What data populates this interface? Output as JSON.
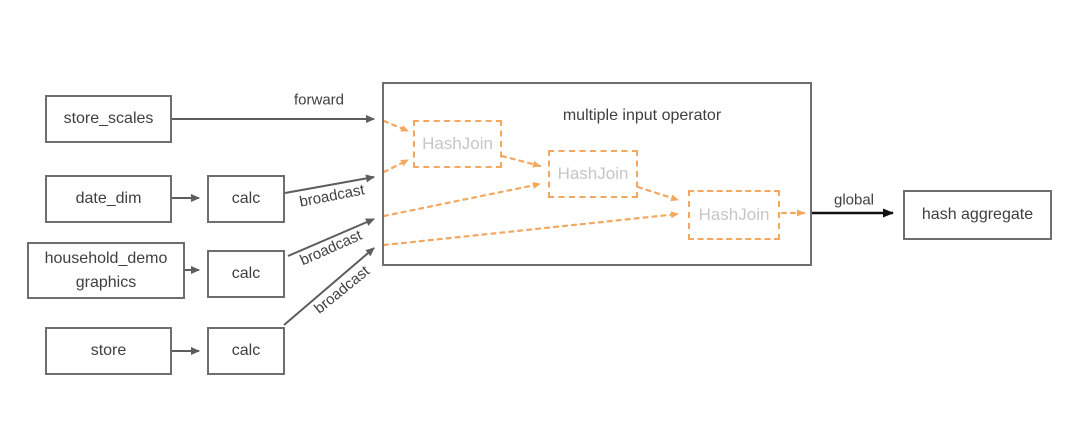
{
  "diagram": {
    "container_title": "multiple input operator",
    "nodes": {
      "store_scales": "store_scales",
      "date_dim": "date_dim",
      "household_demographics": {
        "line1": "household_demo",
        "line2": "graphics"
      },
      "store": "store",
      "calc": [
        "calc",
        "calc",
        "calc"
      ],
      "hashjoin": [
        "HashJoin",
        "HashJoin",
        "HashJoin"
      ],
      "hash_aggregate": "hash aggregate"
    },
    "edge_labels": {
      "forward": "forward",
      "broadcast": [
        "broadcast",
        "broadcast",
        "broadcast"
      ],
      "global": "global"
    },
    "colors": {
      "node_border": "#6e6e6e",
      "edge_gray": "#5d5d5d",
      "edge_black": "#111111",
      "orange": "#f4a75e",
      "hashjoin_text": "#c6c6c6",
      "text": "#3f3f3f",
      "background": "#ffffff"
    }
  }
}
